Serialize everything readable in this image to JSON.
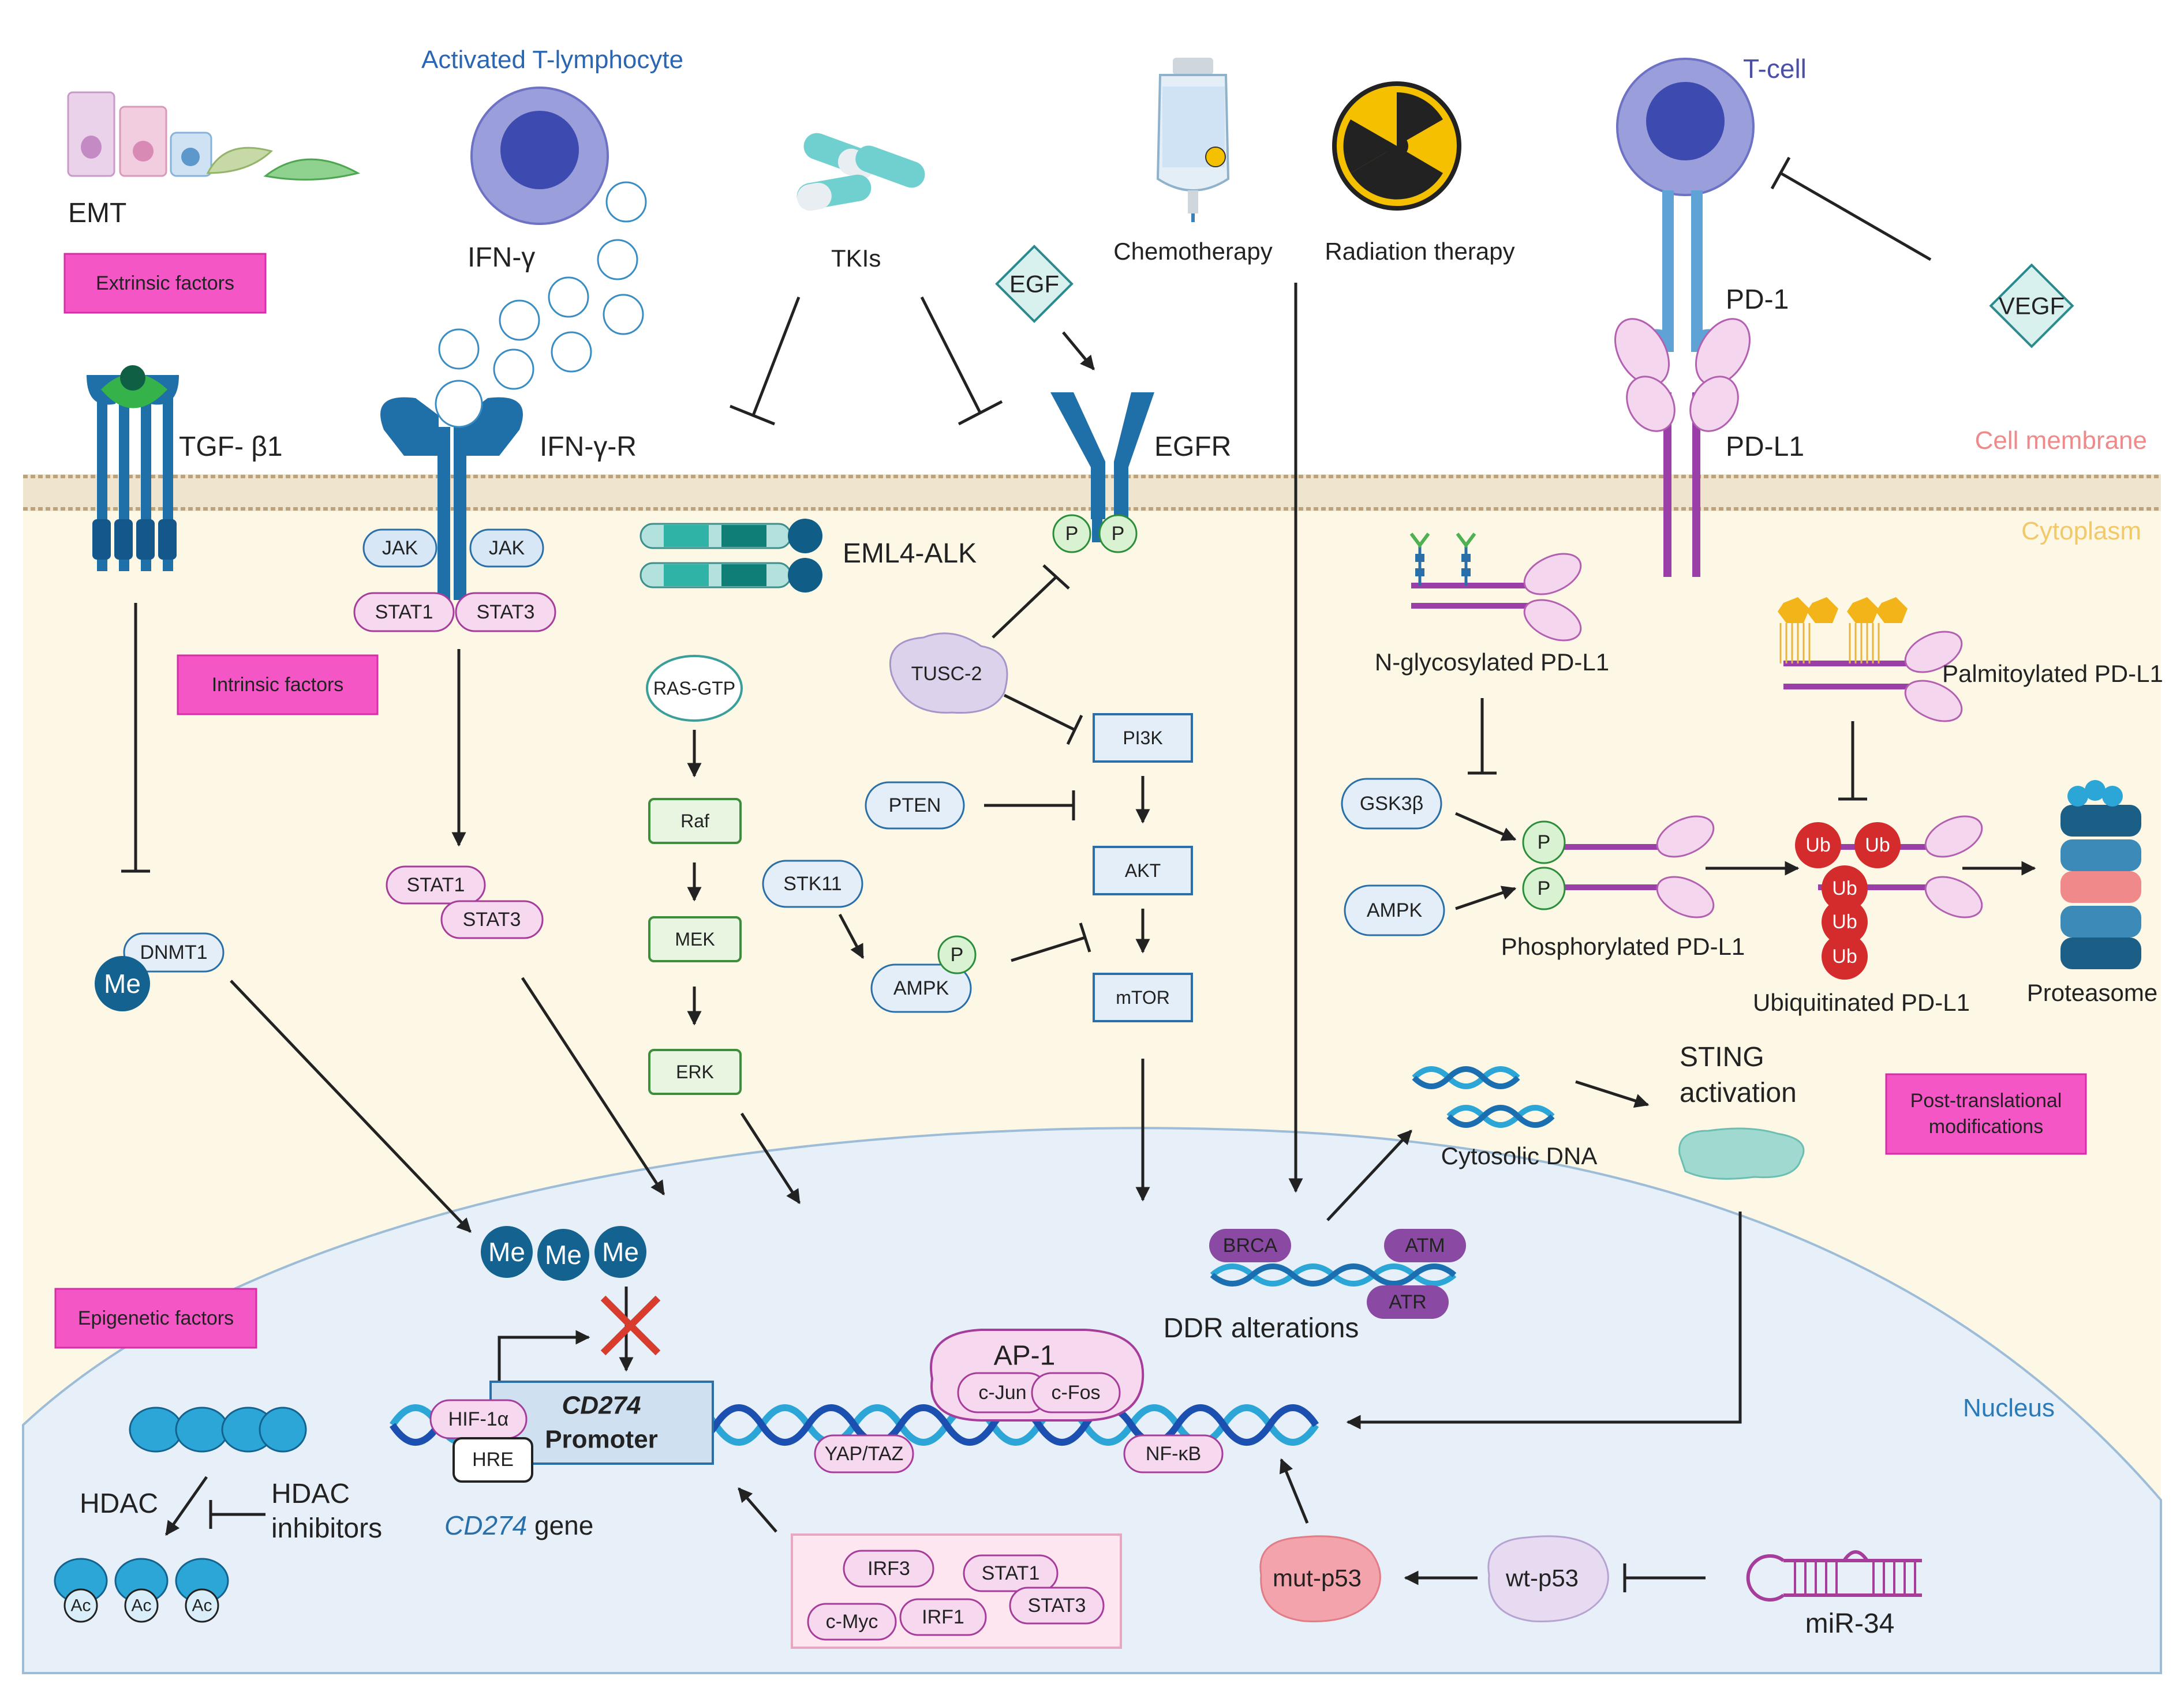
{
  "regions": {
    "cell_membrane": "Cell membrane",
    "cytoplasm": "Cytoplasm",
    "nucleus": "Nucleus"
  },
  "factor_tags": {
    "extrinsic": "Extrinsic factors",
    "intrinsic": "Intrinsic factors",
    "epigenetic": "Epigenetic factors",
    "post_translational": [
      "Post-translational",
      "modifications"
    ]
  },
  "top": {
    "emt": "EMT",
    "activated_t": "Activated T-lymphocyte",
    "ifng": "IFN-γ",
    "tkis": "TKIs",
    "egf": "EGF",
    "chemo": "Chemotherapy",
    "radiation": "Radiation therapy",
    "tcell": "T-cell",
    "pd1": "PD-1",
    "vegf": "VEGF"
  },
  "receptors": {
    "tgfb1": "TGF- β1",
    "ifngr": "IFN-γ-R",
    "egfr": "EGFR",
    "pdl1": "PD-L1",
    "eml4alk": "EML4-ALK",
    "jak": "JAK",
    "stat1": "STAT1",
    "stat3": "STAT3",
    "p": "P"
  },
  "signaling": {
    "tusc2": "TUSC-2",
    "ras_gtp": "RAS-GTP",
    "raf": "Raf",
    "mek": "MEK",
    "erk": "ERK",
    "pi3k": "PI3K",
    "akt": "AKT",
    "mtor": "mTOR",
    "pten": "PTEN",
    "stk11": "STK11",
    "ampk": "AMPK",
    "dnmt1": "DNMT1",
    "me": "Me"
  },
  "ptm": {
    "n_glyco": "N-glycosylated PD-L1",
    "palmitoylated": "Palmitoylated PD-L1",
    "gsk3b": "GSK3β",
    "ampk": "AMPK",
    "phosphorylated": "Phosphorylated PD-L1",
    "ubiquitinated": "Ubiquitinated PD-L1",
    "proteasome": "Proteasome",
    "ub": "Ub"
  },
  "dna_sensing": {
    "cytosolic_dna": "Cytosolic DNA",
    "sting": [
      "STING",
      "activation"
    ],
    "brca": "BRCA",
    "atm": "ATM",
    "atr": "ATR",
    "ddr": "DDR alterations"
  },
  "nucleus": {
    "ap1": "AP-1",
    "cjun": "c-Jun",
    "cfos": "c-Fos",
    "cd274_promoter_1": "CD274",
    "cd274_promoter_2": "Promoter",
    "hif1a": "HIF-1α",
    "hre": "HRE",
    "cd274_gene_italic": "CD274",
    "cd274_gene_rest": " gene",
    "yaptaz": "YAP/TAZ",
    "nfkb": "NF-κB",
    "hdac": "HDAC",
    "hdac_inhibitors": [
      "HDAC",
      "inhibitors"
    ],
    "ac": "Ac",
    "tf_box": [
      "IRF3",
      "STAT1",
      "STAT3",
      "c-Myc",
      "IRF1"
    ],
    "mut_p53": "mut-p53",
    "wt_p53": "wt-p53",
    "mir34": "miR-34"
  },
  "colors": {
    "magenta_tag": "#f456c6",
    "cytoplasm": "#fdf7e6",
    "nucleus": "#e7f0f9",
    "membrane": "#d7c7a6",
    "receptor_blue": "#1f6fa8",
    "pdl1_purple": "#9b3fa8",
    "green_box": "#e8f5e1",
    "blue_box": "#e3eef8",
    "ub_red": "#d42c2c",
    "me_teal": "#14628f",
    "x_red": "#d93b2c"
  }
}
